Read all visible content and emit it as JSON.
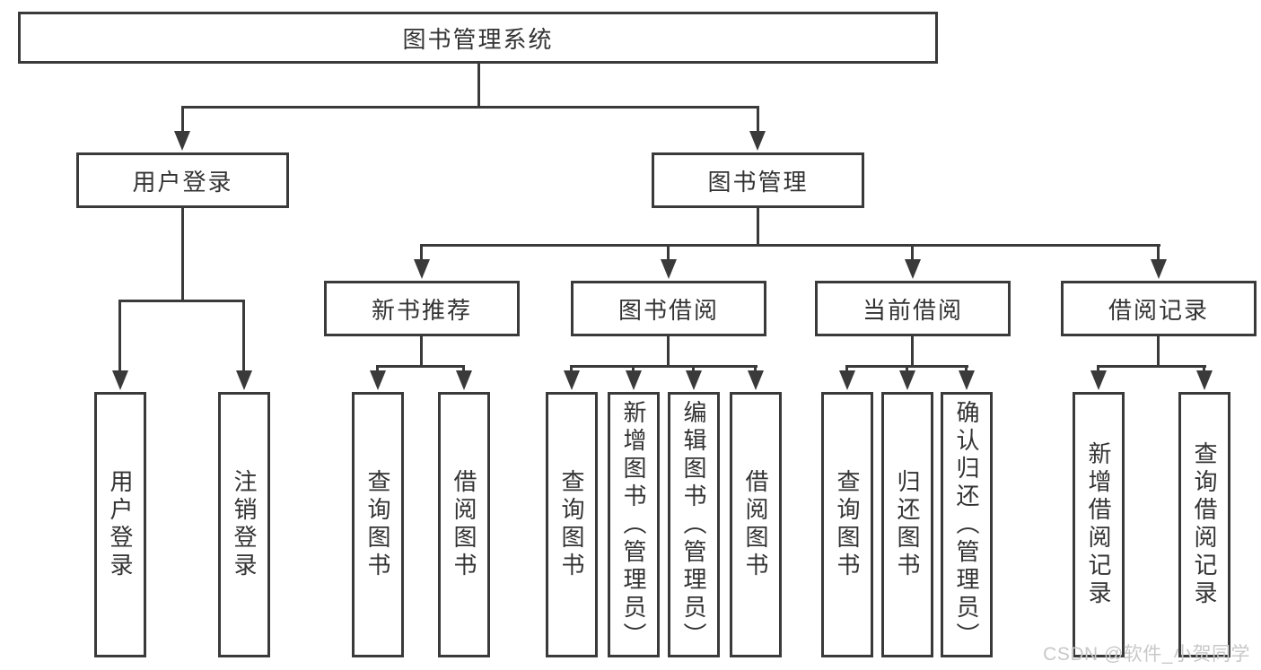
{
  "chart": {
    "root": {
      "label": "图书管理系统"
    },
    "branches": [
      {
        "label": "用户登录",
        "children": [
          {
            "label": "用户登录"
          },
          {
            "label": "注销登录"
          }
        ]
      },
      {
        "label": "图书管理",
        "children": [
          {
            "label": "新书推荐",
            "children": [
              {
                "label": "查询图书"
              },
              {
                "label": "借阅图书"
              }
            ]
          },
          {
            "label": "图书借阅",
            "children": [
              {
                "label": "查询图书"
              },
              {
                "label": "新增图书（管理员）"
              },
              {
                "label": "编辑图书（管理员）"
              },
              {
                "label": "借阅图书"
              }
            ]
          },
          {
            "label": "当前借阅",
            "children": [
              {
                "label": "查询图书"
              },
              {
                "label": "归还图书"
              },
              {
                "label": "确认归还（管理员）"
              }
            ]
          },
          {
            "label": "借阅记录",
            "children": [
              {
                "label": "新增借阅记录"
              },
              {
                "label": "查询借阅记录"
              }
            ]
          }
        ]
      }
    ]
  },
  "watermark": {
    "text": "CSDN @软件_小贺同学"
  },
  "colors": {
    "line": "#3a3a3a",
    "text": "#333333",
    "watermark": "#c8c8c8",
    "background": "#ffffff"
  }
}
